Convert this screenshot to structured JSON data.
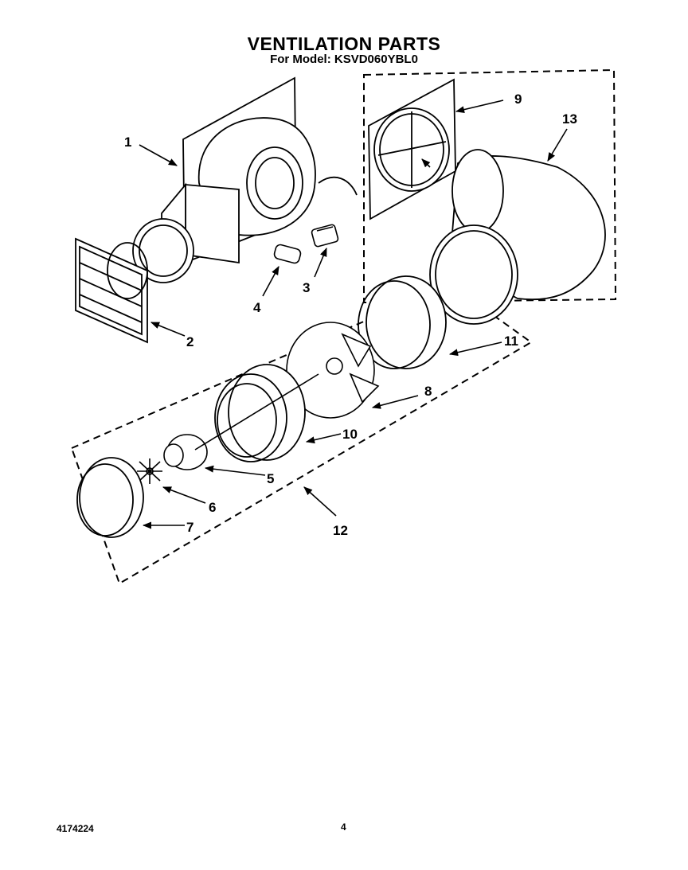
{
  "header": {
    "title": "VENTILATION PARTS",
    "subtitle": "For Model: KSVD060YBL0"
  },
  "footer": {
    "doc_number": "4174224",
    "page_number": "4"
  },
  "callouts": {
    "c1": "1",
    "c2": "2",
    "c3": "3",
    "c4": "4",
    "c5": "5",
    "c6": "6",
    "c7": "7",
    "c8": "8",
    "c9": "9",
    "c10": "10",
    "c11": "11",
    "c12": "12",
    "c13": "13"
  }
}
